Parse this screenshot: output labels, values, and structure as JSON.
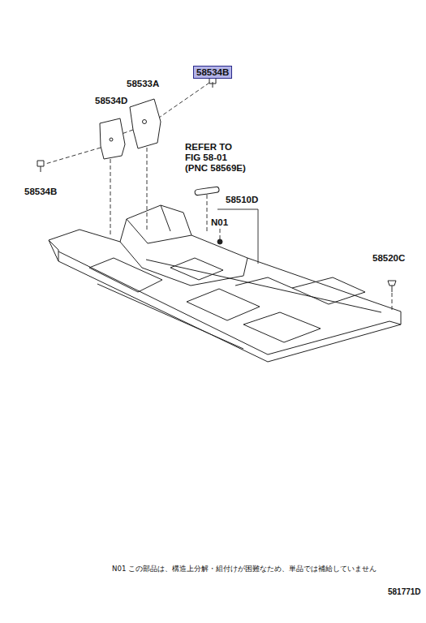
{
  "diagram": {
    "nodes": [
      {
        "text": [
          "58534B"
        ]
      }
    ],
    "labels": [
      "58533A",
      "58534D",
      "58534B",
      "REFER TO FIG 58-01 (PNC 58569E)",
      "58510D",
      "N01",
      "58520C",
      "N01 この部品は、構造上分解・組付けが困難なため、単品では補給していません",
      "581771D"
    ]
  }
}
